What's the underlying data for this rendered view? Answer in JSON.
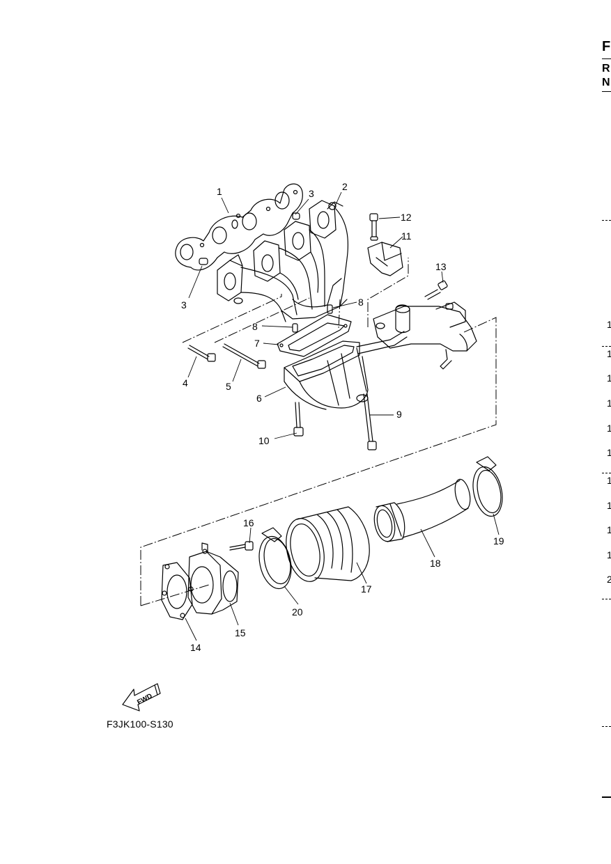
{
  "drawing_code": "F3JK100-S130",
  "fwd_label": "FWD",
  "callouts": [
    "1",
    "2",
    "3",
    "3",
    "4",
    "5",
    "6",
    "7",
    "8",
    "8",
    "9",
    "10",
    "11",
    "12",
    "13",
    "14",
    "15",
    "16",
    "17",
    "18",
    "19",
    "20"
  ],
  "edge_fragments": {
    "title": "F",
    "row1": "R",
    "row2": "N"
  },
  "edge_digits": [
    "1",
    "1",
    "1",
    "1",
    "1",
    "1",
    "1",
    "1",
    "1",
    "1",
    "2"
  ]
}
